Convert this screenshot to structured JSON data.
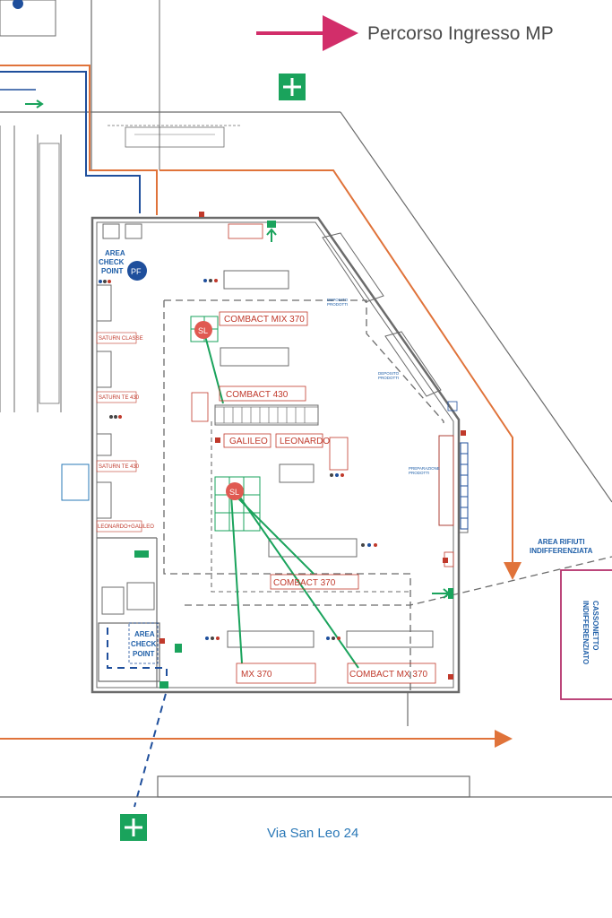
{
  "legend": {
    "route_label": "Percorso Ingresso MP",
    "route_color": "#d22e6a"
  },
  "street": "Via San Leo 24",
  "check_points": {
    "top": [
      "AREA",
      "CHECK",
      "POINT"
    ],
    "bottom": [
      "AREA",
      "CHECK",
      "POINT"
    ],
    "pf_badge": "PF"
  },
  "waste_area": {
    "label_lines": [
      "AREA RIFIUTI",
      "INDIFFERENZIATA"
    ],
    "container_label_lines": [
      "CASSONETTO",
      "INDIFFERENZIATO"
    ]
  },
  "machines": {
    "combact_mix_370_a": "COMBACT MIX 370",
    "combact_430": "COMBACT 430",
    "galileo": "GALILEO",
    "leonardo": "LEONARDO",
    "combact_370": "COMBACT 370",
    "mx_370": "MX 370",
    "combact_mx_370_b": "COMBACT MX 370",
    "saturn_classe": "SATURN CLASSE",
    "saturn_te_430_a": "SATURN TE 430",
    "saturn_te_430_b": "SATURN TE 430",
    "leonardo_galileo": "LEONARDO+GALILEO"
  },
  "staff_badge": "SL",
  "colors": {
    "route_orange": "#e0733a",
    "utility_blue": "#1f4f9c",
    "safety_green": "#1aa35c",
    "label_red": "#c0392b",
    "waste_magenta": "#b5316b",
    "structure_gray": "#6b6b6b"
  }
}
